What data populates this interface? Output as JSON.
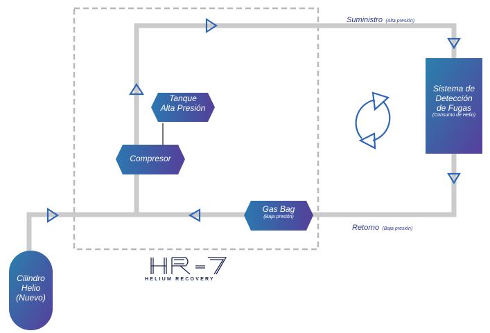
{
  "colors": {
    "pipe": "#cbcbcb",
    "dashed_box": "#b8b8b8",
    "arrow": "#2f66b8",
    "node_start": "#2b78b0",
    "node_end": "#54409a",
    "label": "#2e3a8c"
  },
  "edges": {
    "supply": {
      "label": "Suministro",
      "sub": "(Alta presión)"
    },
    "return": {
      "label": "Retorno",
      "sub": "(Baja presión)"
    }
  },
  "nodes": {
    "tank": {
      "line1": "Tanque",
      "line2": "Alta Presión"
    },
    "compressor": {
      "label": "Compresor"
    },
    "gas_bag": {
      "label": "Gas Bag",
      "sub": "(Baja presión)"
    },
    "detection": {
      "line1": "Sistema de",
      "line2": "Detección",
      "line3": "de Fugas",
      "sub": "(Consumo de Helio)"
    },
    "cylinder": {
      "line1": "Cilindro",
      "line2": "Helio",
      "line3": "(Nuevo)"
    }
  },
  "logo": {
    "text": "HR-7",
    "subtitle": "HELIUM RECOVERY"
  },
  "icons": {
    "cycle": "refresh-cycle-icon",
    "flow": "triangle-arrow-icon"
  }
}
